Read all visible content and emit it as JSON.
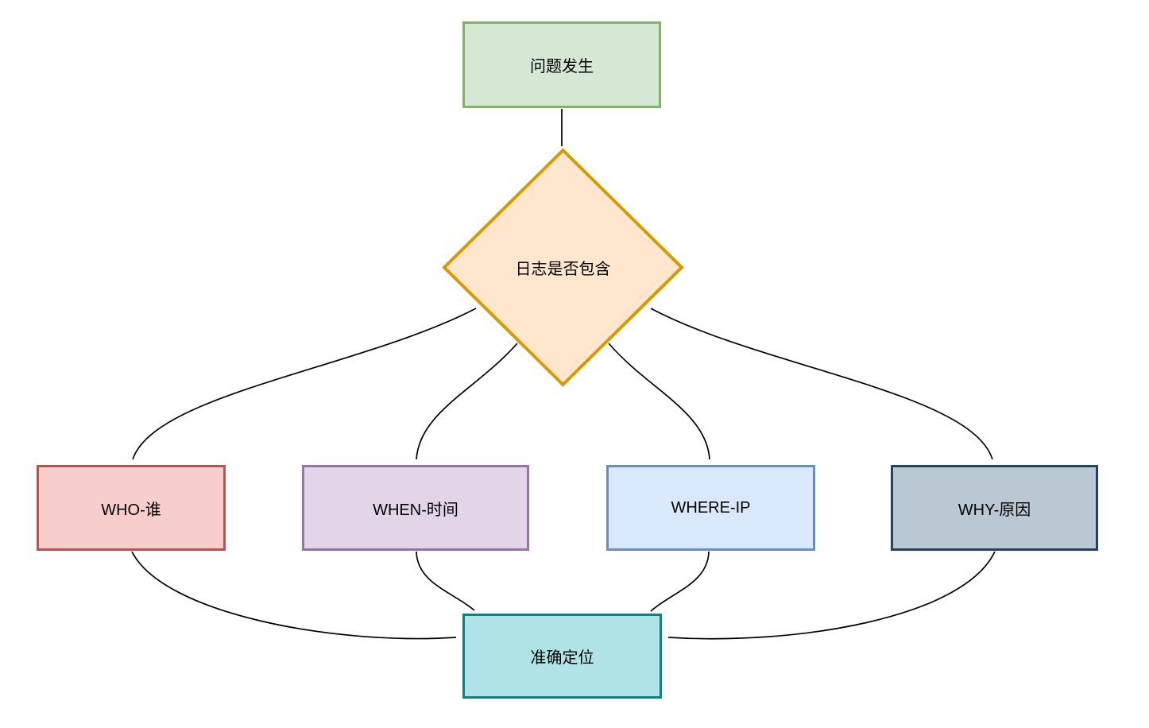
{
  "diagram": {
    "background": "#ffffff",
    "edge_color": "#000000",
    "text_color": "#000000",
    "nodes": {
      "start": {
        "label": "问题发生",
        "shape": "rectangle",
        "fill": "#d5e8d4",
        "stroke": "#82b366"
      },
      "decision": {
        "label": "日志是否包含",
        "shape": "diamond",
        "fill": "#ffe6cc",
        "stroke": "#d79b00"
      },
      "who": {
        "label": "WHO-谁",
        "shape": "rectangle",
        "fill": "#f8cecc",
        "stroke": "#b85450"
      },
      "when": {
        "label": "WHEN-时间",
        "shape": "rectangle",
        "fill": "#e1d5e7",
        "stroke": "#9673a6"
      },
      "where": {
        "label": "WHERE-IP",
        "shape": "rectangle",
        "fill": "#dae8fc",
        "stroke": "#6c8ebf"
      },
      "why": {
        "label": "WHY-原因",
        "shape": "rectangle",
        "fill": "#bac8d3",
        "stroke": "#23445d"
      },
      "end": {
        "label": "准确定位",
        "shape": "rectangle",
        "fill": "#b0e3e6",
        "stroke": "#0e8088"
      }
    },
    "edges": [
      {
        "from": "start",
        "to": "decision"
      },
      {
        "from": "decision",
        "to": "who"
      },
      {
        "from": "decision",
        "to": "when"
      },
      {
        "from": "decision",
        "to": "where"
      },
      {
        "from": "decision",
        "to": "why"
      },
      {
        "from": "who",
        "to": "end"
      },
      {
        "from": "when",
        "to": "end"
      },
      {
        "from": "where",
        "to": "end"
      },
      {
        "from": "why",
        "to": "end"
      }
    ]
  }
}
